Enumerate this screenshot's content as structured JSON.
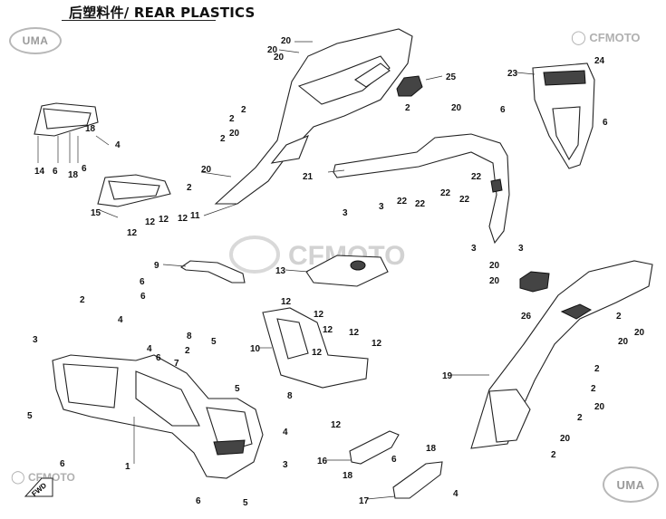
{
  "title": "后塑料件/ REAR PLASTICS",
  "watermark_center": "CFMOTO",
  "logo_top_right": "CFMOTO",
  "logo_bottom_left": "CFMOTO",
  "logo_uma_top": "UMA",
  "logo_uma_bottom": "UMA",
  "fwd_label": "FWD",
  "callouts": {
    "c1": "1",
    "c2": "2",
    "c3": "3",
    "c4": "4",
    "c5": "5",
    "c6": "6",
    "c7": "7",
    "c8": "8",
    "c9": "9",
    "c10": "10",
    "c11": "11",
    "c12": "12",
    "c13": "13",
    "c14": "14",
    "c15": "15",
    "c16": "16",
    "c17": "17",
    "c18": "18",
    "c19": "19",
    "c20": "20",
    "c21": "21",
    "c22": "22",
    "c23": "23",
    "c24": "24",
    "c25": "25",
    "c26": "26"
  }
}
